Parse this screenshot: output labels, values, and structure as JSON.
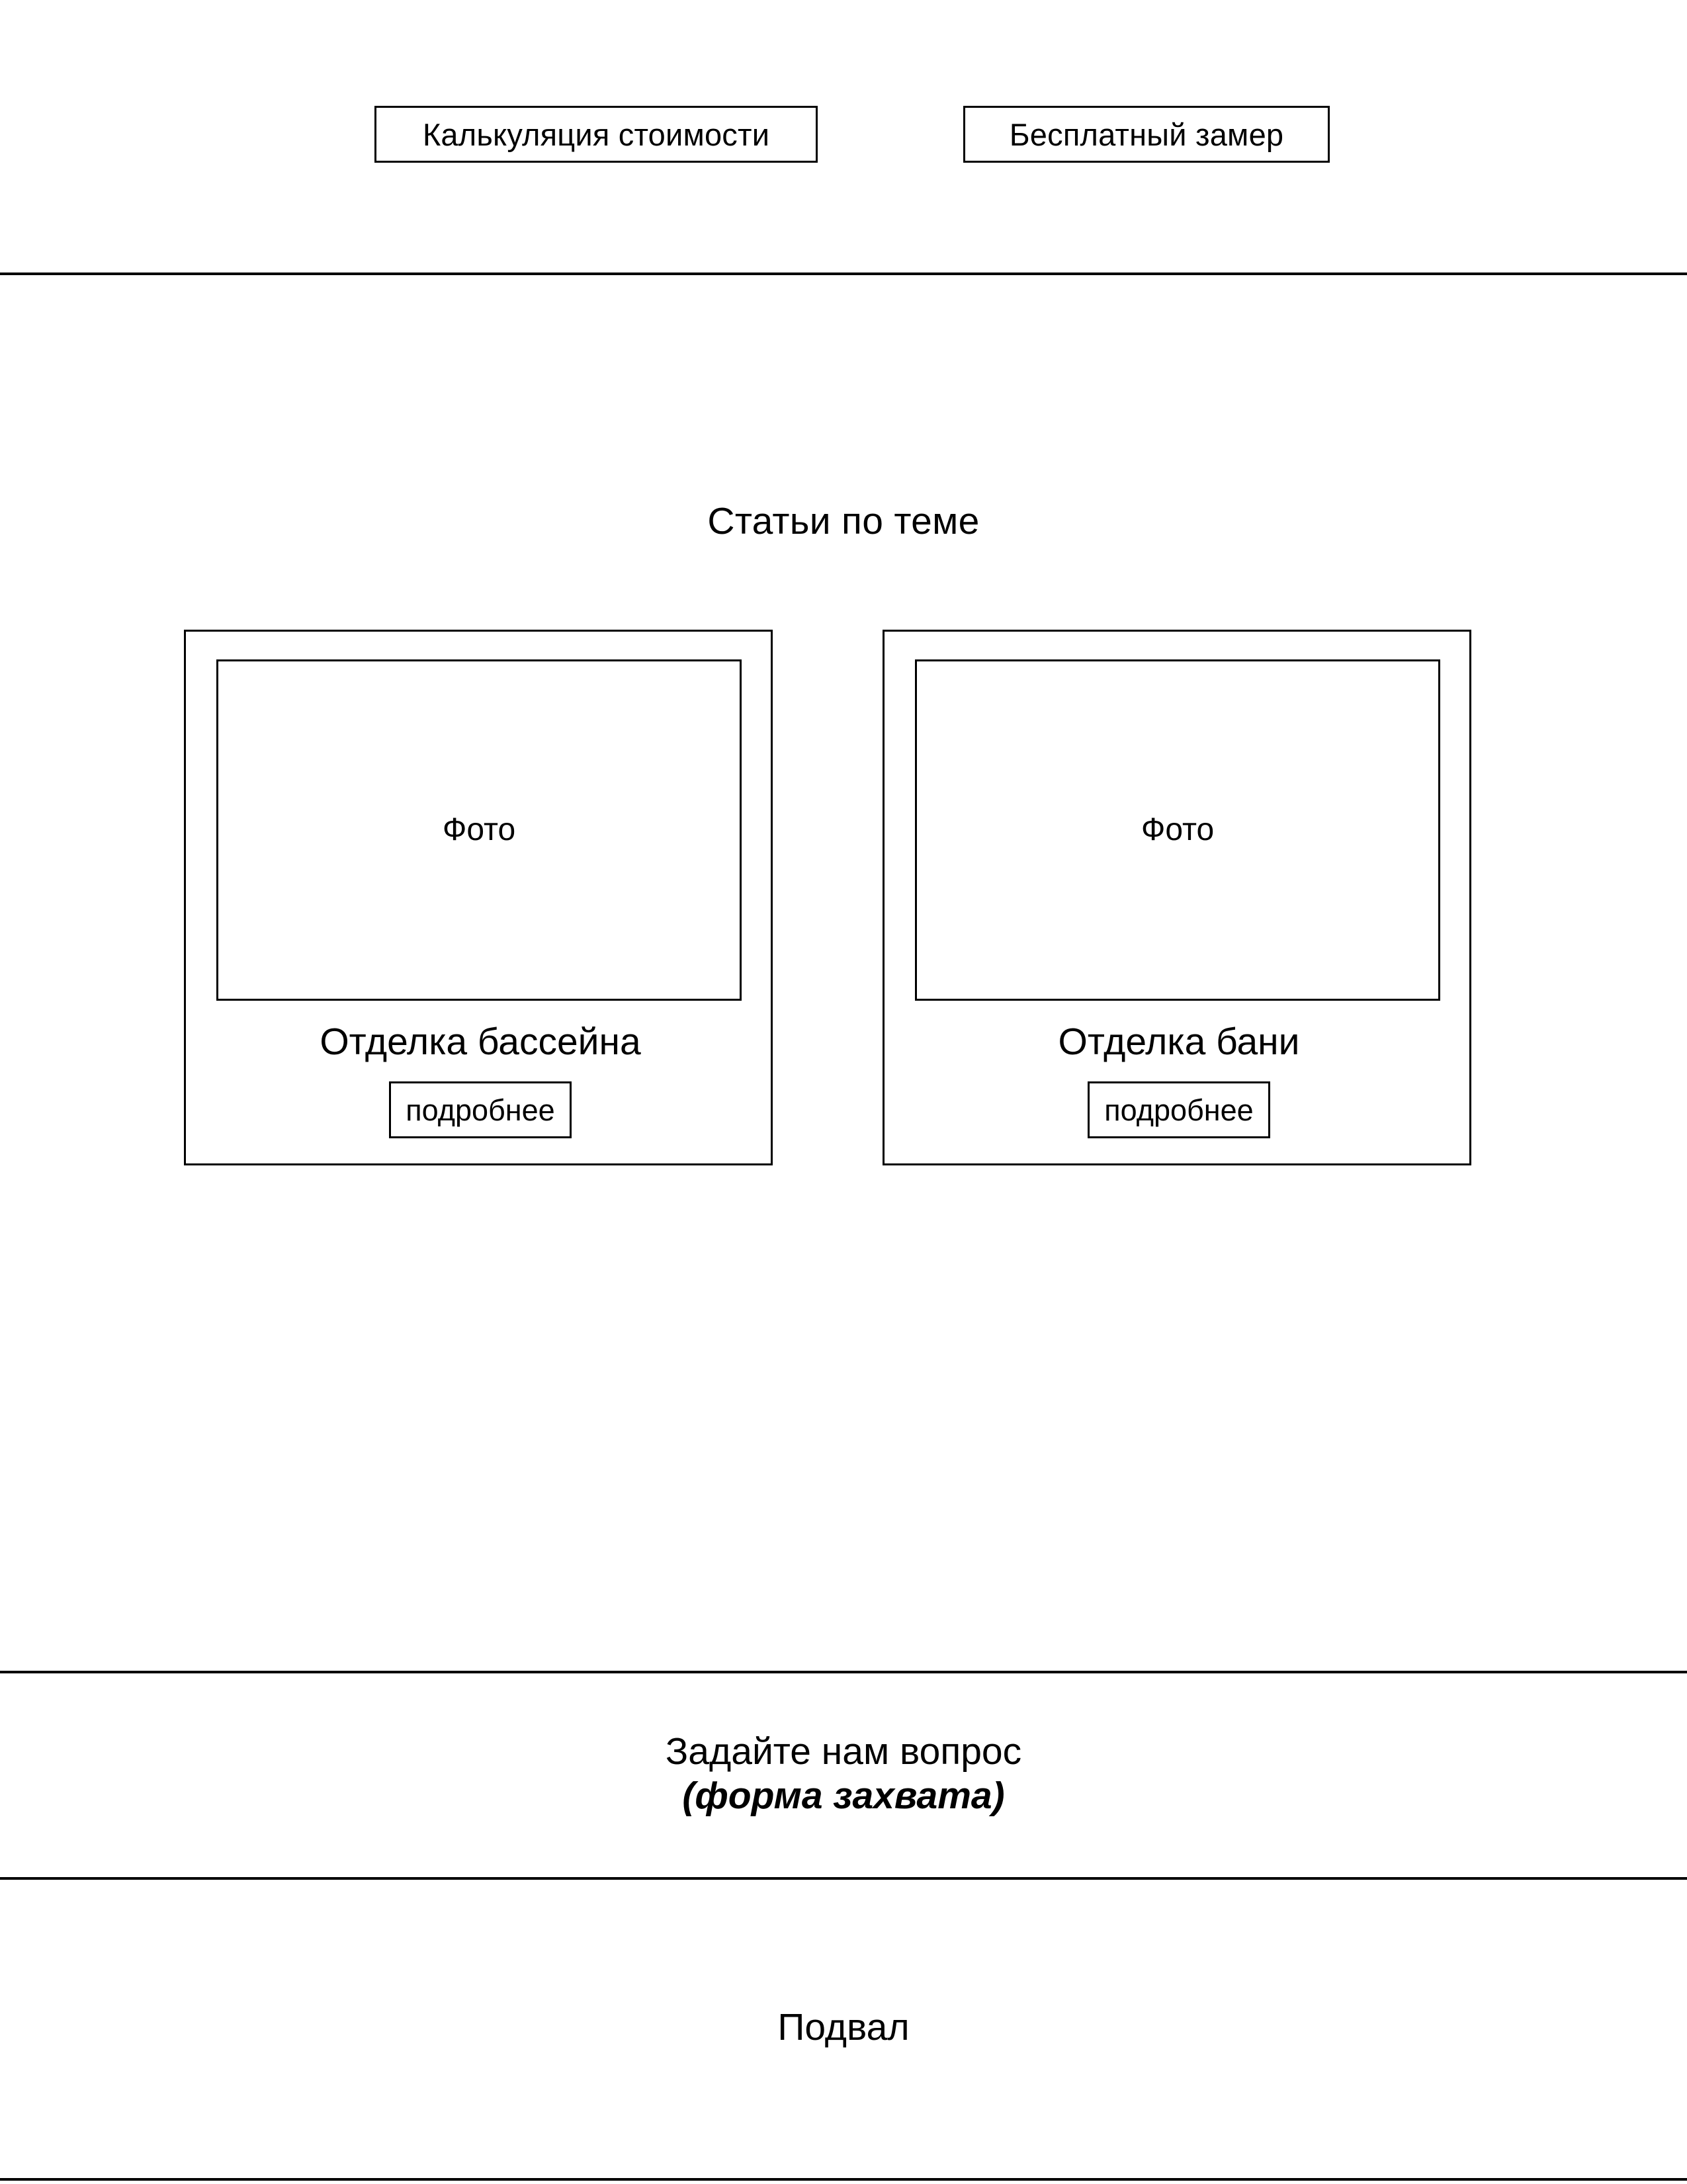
{
  "cta": {
    "calc_label": "Калькуляция стоимости",
    "measure_label": "Бесплатный замер"
  },
  "articles": {
    "heading": "Статьи по теме",
    "cards": [
      {
        "photo_placeholder": "Фото",
        "title": "Отделка бассейна",
        "more_label": "подробнее"
      },
      {
        "photo_placeholder": "Фото",
        "title": "Отделка бани",
        "more_label": "подробнее"
      }
    ]
  },
  "capture_form": {
    "title": "Задайте нам вопрос",
    "subtitle": "(форма захвата)"
  },
  "footer": {
    "label": "Подвал"
  },
  "colors": {
    "background": "#ffffff",
    "stroke": "#000000",
    "text": "#000000"
  }
}
